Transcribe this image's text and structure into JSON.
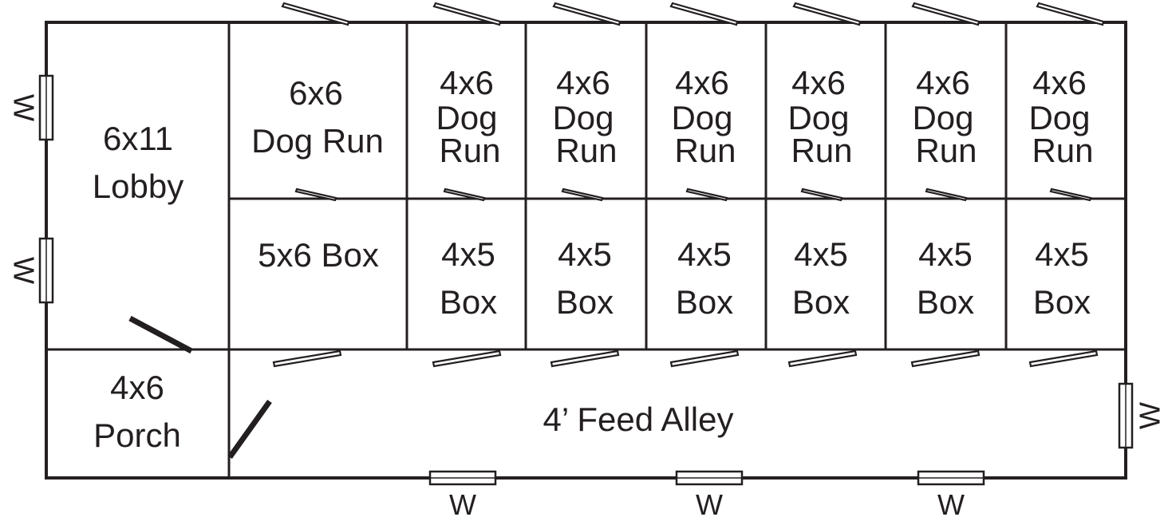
{
  "plan": {
    "lobby": [
      "6x11",
      "Lobby"
    ],
    "porch": [
      "4x6",
      "Porch"
    ],
    "alley": "4’ Feed Alley",
    "first_run": [
      "6x6",
      "Dog Run"
    ],
    "first_box": "5x6 Box",
    "runs": [
      [
        "4x6",
        "Dog",
        "Run"
      ],
      [
        "4x6",
        "Dog",
        "Run"
      ],
      [
        "4x6",
        "Dog",
        "Run"
      ],
      [
        "4x6",
        "Dog",
        "Run"
      ],
      [
        "4x6",
        "Dog",
        "Run"
      ],
      [
        "4x6",
        "Dog",
        "Run"
      ]
    ],
    "boxes": [
      [
        "4x5",
        "Box"
      ],
      [
        "4x5",
        "Box"
      ],
      [
        "4x5",
        "Box"
      ],
      [
        "4x5",
        "Box"
      ],
      [
        "4x5",
        "Box"
      ],
      [
        "4x5",
        "Box"
      ]
    ],
    "windows": {
      "left_top": "W",
      "left_bottom": "W",
      "right": "W",
      "bottom": [
        "W",
        "W",
        "W"
      ]
    }
  }
}
